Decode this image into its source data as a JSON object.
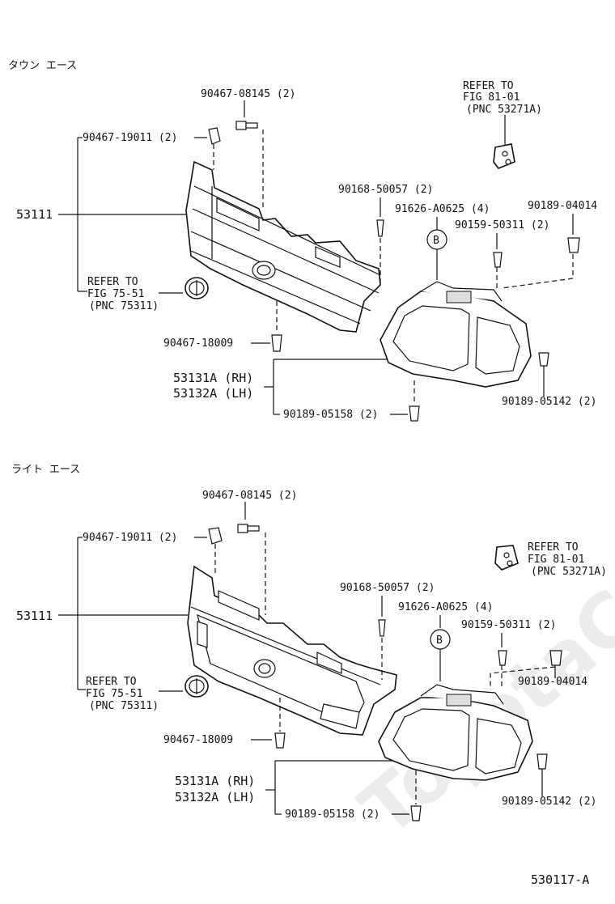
{
  "watermark": "ToyotaCarMine.ru",
  "figure_id": "530117-A",
  "sections": [
    {
      "header": "タウン エース",
      "labels": {
        "bolt_top": "90467-08145 (2)",
        "clip_top": "90467-19011 (2)",
        "grille": "53111",
        "refer_emblem_1": "REFER TO",
        "refer_emblem_2": "FIG 75-51",
        "refer_emblem_3": "(PNC 75311)",
        "clip_bottom": "90467-18009",
        "retainer_lh_rh_1": "53131A (RH)",
        "retainer_lh_rh_2": "53132A (LH)",
        "nut_bottom": "90189-05158 (2)",
        "screw_a": "90168-50057 (2)",
        "bolt_b": "91626-A0625 (4)",
        "circle_b": "B",
        "screw_c": "90159-50311 (2)",
        "nut_d": "90189-04014",
        "nut_e": "90189-05142 (2)",
        "refer_bracket_1": "REFER TO",
        "refer_bracket_2": "FIG 81-01",
        "refer_bracket_3": "(PNC 53271A)"
      }
    },
    {
      "header": "ライト エース",
      "labels": {
        "bolt_top": "90467-08145 (2)",
        "clip_top": "90467-19011 (2)",
        "grille": "53111",
        "refer_emblem_1": "REFER TO",
        "refer_emblem_2": "FIG 75-51",
        "refer_emblem_3": "(PNC 75311)",
        "clip_bottom": "90467-18009",
        "retainer_lh_rh_1": "53131A (RH)",
        "retainer_lh_rh_2": "53132A (LH)",
        "nut_bottom": "90189-05158 (2)",
        "screw_a": "90168-50057 (2)",
        "bolt_b": "91626-A0625 (4)",
        "circle_b": "B",
        "screw_c": "90159-50311 (2)",
        "nut_d": "90189-04014",
        "nut_e": "90189-05142 (2)",
        "refer_bracket_1": "REFER TO",
        "refer_bracket_2": "FIG 81-01",
        "refer_bracket_3": "(PNC 53271A)"
      }
    }
  ]
}
